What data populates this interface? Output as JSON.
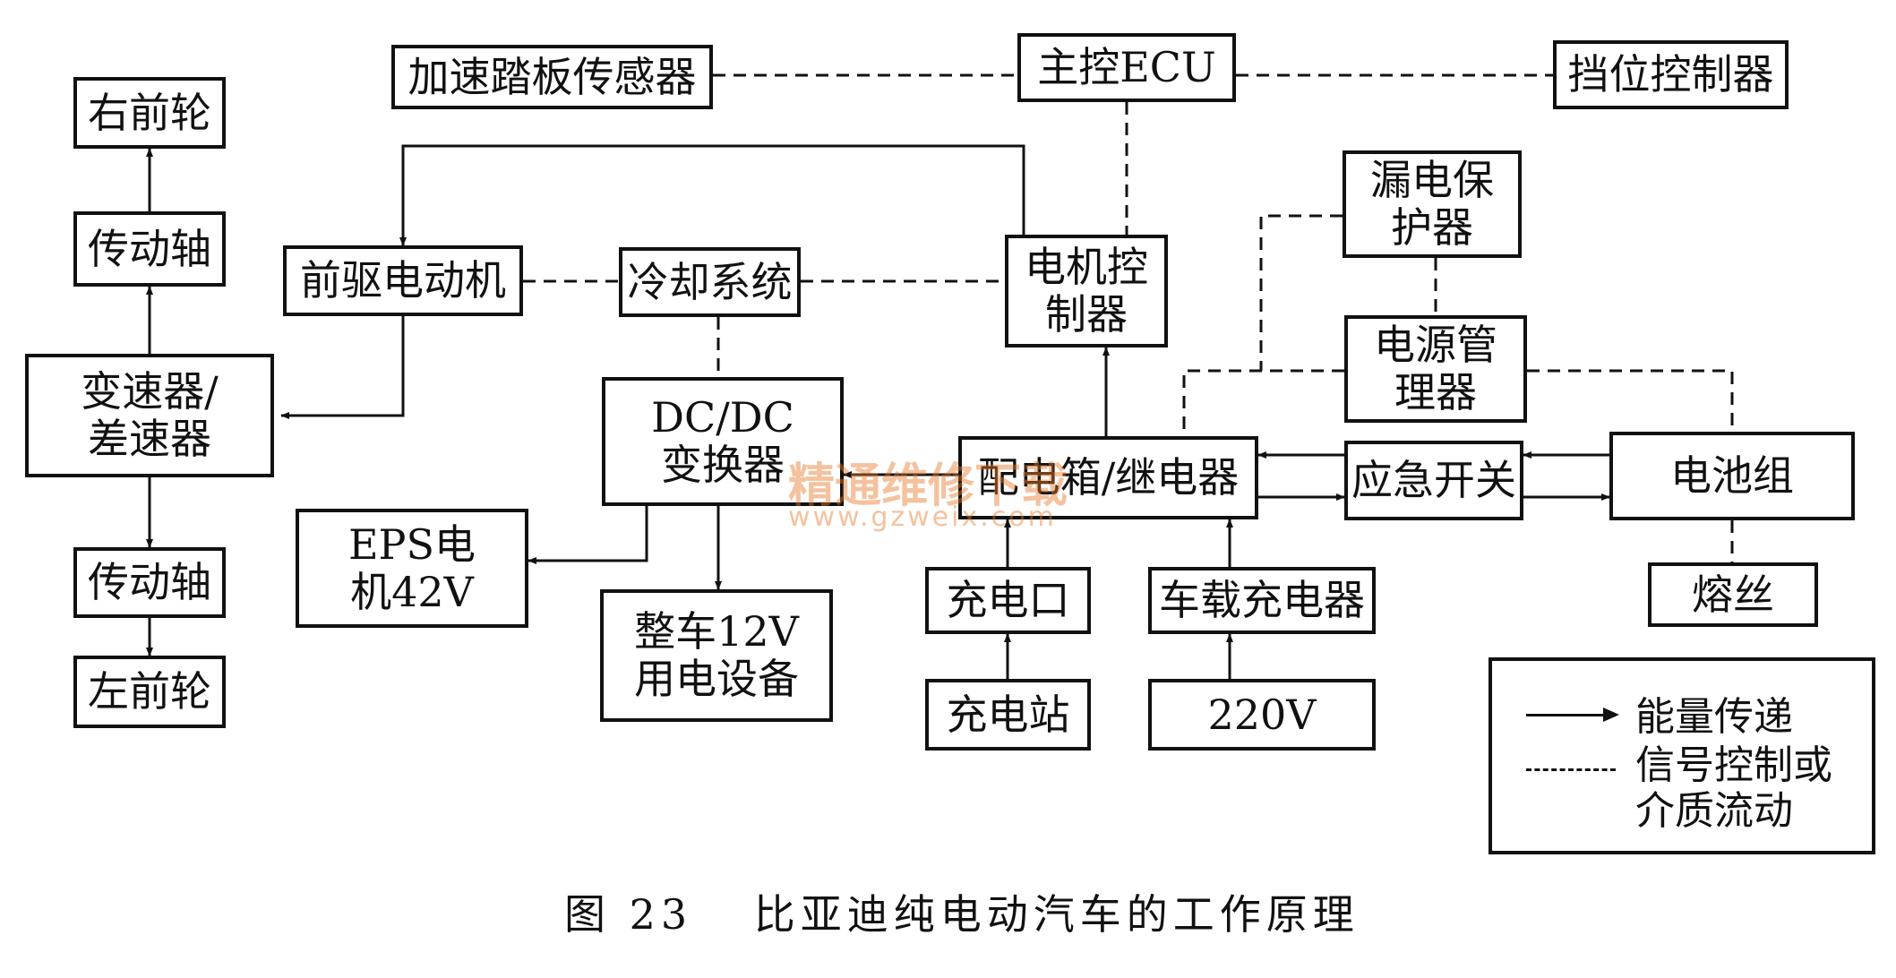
{
  "boxes": {
    "right_front_wheel": "右前轮",
    "drive_shaft_top": "传动轴",
    "gearbox_line1": "变速器/",
    "gearbox_line2": "差速器",
    "drive_shaft_bottom": "传动轴",
    "left_front_wheel": "左前轮",
    "accel_pedal_sensor": "加速踏板传感器",
    "main_ecu": "主控ECU",
    "gear_controller": "挡位控制器",
    "front_motor": "前驱电动机",
    "cooling_system": "冷却系统",
    "motor_controller_line1": "电机控",
    "motor_controller_line2": "制器",
    "leak_protector_line1": "漏电保",
    "leak_protector_line2": "护器",
    "power_manager_line1": "电源管",
    "power_manager_line2": "理器",
    "dcdc_line1": "DC/DC",
    "dcdc_line2": "变换器",
    "distribution_box": "配电箱/继电器",
    "emergency_switch": "应急开关",
    "battery_pack": "电池组",
    "eps_line1": "EPS电",
    "eps_line2": "机42V",
    "vehicle_12v_line1": "整车12V",
    "vehicle_12v_line2": "用电设备",
    "charge_port": "充电口",
    "onboard_charger": "车载充电器",
    "fuse": "熔丝",
    "charge_station": "充电站",
    "mains_220v": "220V"
  },
  "legend": {
    "energy_transfer": "能量传递",
    "signal_line1": "信号控制或",
    "signal_line2": "介质流动"
  },
  "caption": {
    "figure_number": "图 23",
    "title": "比亚迪纯电动汽车的工作原理"
  },
  "watermark": {
    "text": "精通维修下载",
    "url": "www.gzweix.com"
  }
}
